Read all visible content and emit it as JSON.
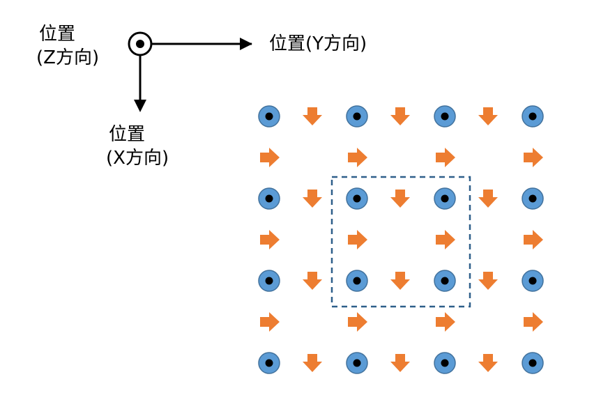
{
  "axes": {
    "z_label": {
      "line1": "位置",
      "line2": "(Z方向)"
    },
    "y_label": "位置(Y方向)",
    "x_label": {
      "line1": "位置",
      "line2": "(X方向)"
    }
  },
  "grid": {
    "rows": [
      [
        "dot",
        "down",
        "dot",
        "down",
        "dot",
        "down",
        "dot"
      ],
      [
        "right",
        "",
        "right",
        "",
        "right",
        "",
        "right"
      ],
      [
        "dot",
        "down",
        "dot",
        "down",
        "dot",
        "down",
        "dot"
      ],
      [
        "right",
        "",
        "right",
        "",
        "right",
        "",
        "right"
      ],
      [
        "dot",
        "down",
        "dot",
        "down",
        "dot",
        "down",
        "dot"
      ],
      [
        "right",
        "",
        "right",
        "",
        "right",
        "",
        "right"
      ],
      [
        "dot",
        "down",
        "dot",
        "down",
        "dot",
        "down",
        "dot"
      ]
    ],
    "highlight": {
      "row_from": 2,
      "row_to": 4,
      "col_from": 2,
      "col_to": 4
    }
  },
  "colors": {
    "dot_fill": "#5b9bd5",
    "dot_stroke": "#41719c",
    "dot_core": "#000000",
    "arrow": "#ed7d31",
    "highlight_box": "#2e5f8a",
    "axis": "#000000"
  },
  "icons": {
    "dot": "out-of-plane-dot-icon",
    "down": "down-arrow-icon",
    "right": "right-arrow-icon"
  }
}
